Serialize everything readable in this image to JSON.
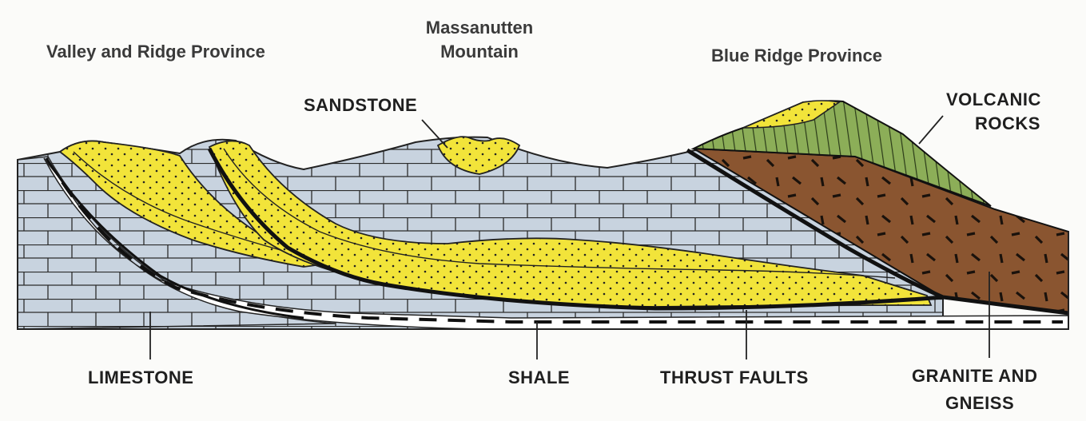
{
  "regions": {
    "valley_ridge": "Valley and Ridge Province",
    "massanutten_line1": "Massanutten",
    "massanutten_line2": "Mountain",
    "blue_ridge": "Blue Ridge Province"
  },
  "labels": {
    "sandstone": "SANDSTONE",
    "volcanic_line1": "VOLCANIC",
    "volcanic_line2": "ROCKS",
    "limestone": "LIMESTONE",
    "shale": "SHALE",
    "thrust_faults": "THRUST FAULTS",
    "granite_line1": "GRANITE AND",
    "granite_line2": "GNEISS"
  },
  "colors": {
    "limestone": "#c8d3df",
    "sandstone": "#f2e43a",
    "shale": "#ffffff",
    "volcanic": "#8cae58",
    "granite": "#8a5530",
    "fault": "#111111"
  }
}
